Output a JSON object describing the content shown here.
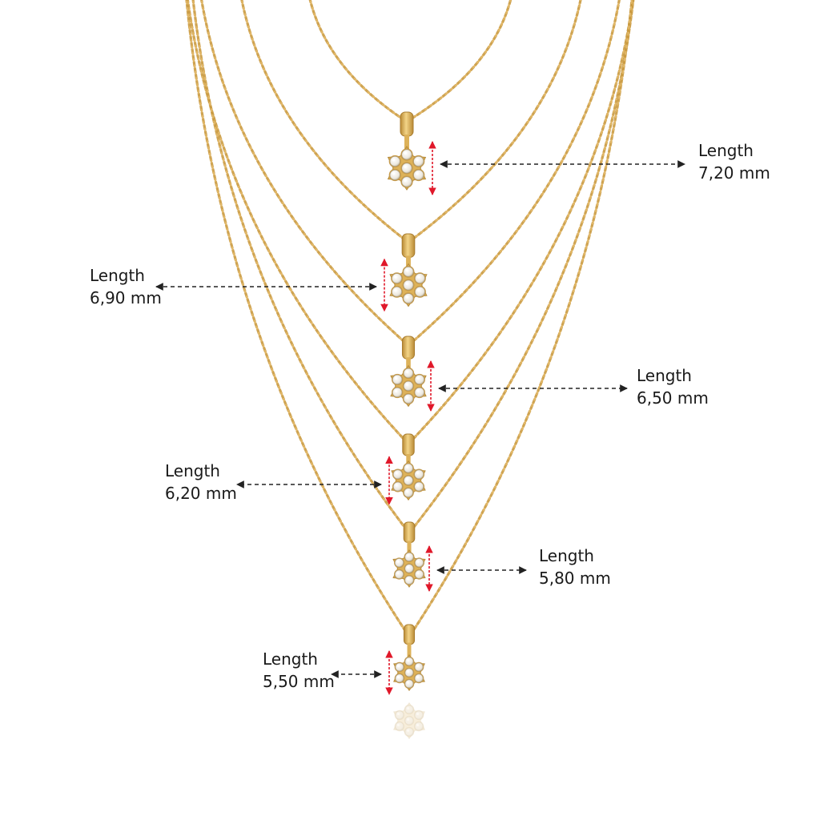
{
  "colors": {
    "chain": "#E2B868",
    "chain_dark": "#C9993F",
    "gold": "#DDB25A",
    "diamond": "#F4F2EC",
    "measure_red": "#E0182A",
    "arrow_black": "#222222"
  },
  "annotations": [
    {
      "label": "Length",
      "value": "7,20 mm"
    },
    {
      "label": "Length",
      "value": "6,90 mm"
    },
    {
      "label": "Length",
      "value": "6,50 mm"
    },
    {
      "label": "Length",
      "value": "6,20 mm"
    },
    {
      "label": "Length",
      "value": "5,80 mm"
    },
    {
      "label": "Length",
      "value": "5,50 mm"
    }
  ]
}
